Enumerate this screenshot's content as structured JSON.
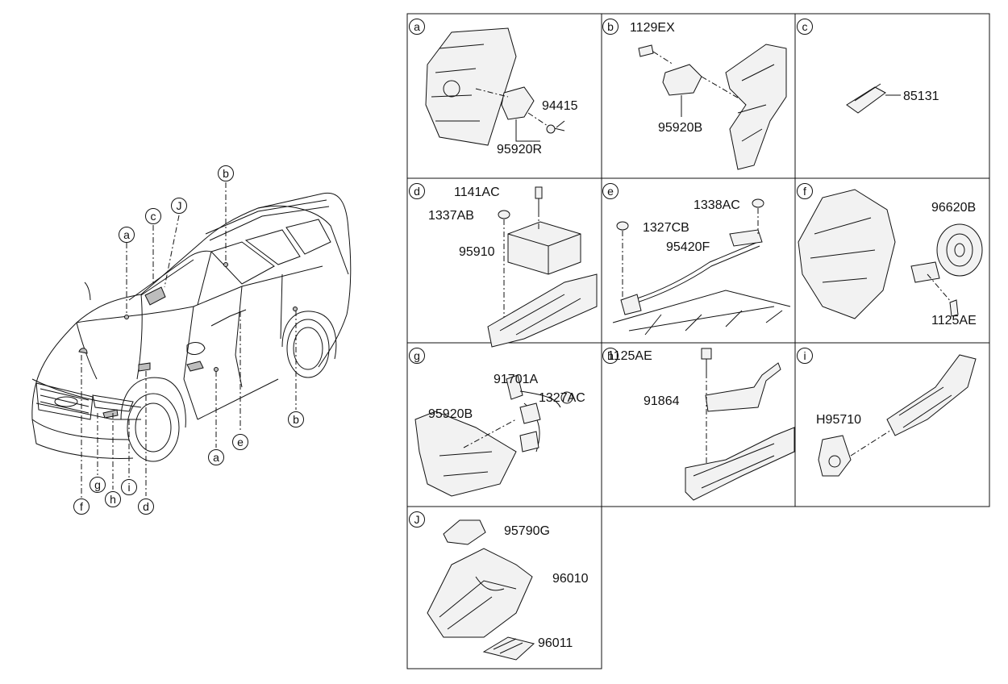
{
  "vehicle_callouts": [
    "a",
    "b",
    "c",
    "J",
    "a",
    "b",
    "e",
    "f",
    "g",
    "h",
    "i",
    "d"
  ],
  "panels": [
    {
      "letter": "a",
      "parts": [
        "94415",
        "95920R"
      ]
    },
    {
      "letter": "b",
      "parts": [
        "1129EX",
        "95920B"
      ]
    },
    {
      "letter": "c",
      "parts": [
        "85131"
      ]
    },
    {
      "letter": "d",
      "parts": [
        "1141AC",
        "1337AB",
        "95910"
      ]
    },
    {
      "letter": "e",
      "parts": [
        "1338AC",
        "1327CB",
        "95420F"
      ]
    },
    {
      "letter": "f",
      "parts": [
        "96620B",
        "1125AE"
      ]
    },
    {
      "letter": "g",
      "parts": [
        "91701A",
        "1327AC",
        "95920B"
      ]
    },
    {
      "letter": "h",
      "parts": [
        "1125AE",
        "91864"
      ]
    },
    {
      "letter": "i",
      "parts": [
        "H95710"
      ]
    },
    {
      "letter": "J",
      "parts": [
        "95790G",
        "96010",
        "96011"
      ]
    }
  ]
}
